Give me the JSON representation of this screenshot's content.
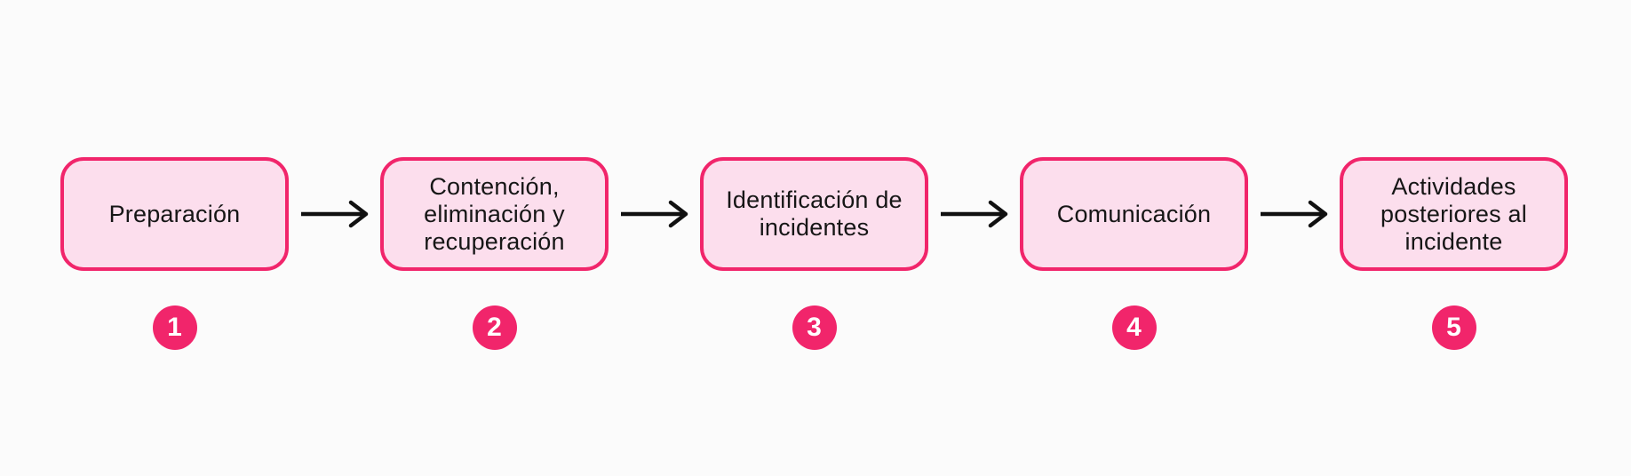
{
  "colors": {
    "canvas_bg": "#FBFBFB",
    "accent": "#F1256B",
    "box_fill": "#FCDEED",
    "text": "#161616",
    "arrow": "#111111",
    "badge_text": "#FFFFFF"
  },
  "diagram": {
    "type": "process-flow",
    "direction": "left-to-right",
    "connector_style": "arrow-right",
    "steps": [
      {
        "number": "1",
        "label": "Preparación"
      },
      {
        "number": "2",
        "label": "Contención, eliminación y recuperación"
      },
      {
        "number": "3",
        "label": "Identificación de incidentes"
      },
      {
        "number": "4",
        "label": "Comunicación"
      },
      {
        "number": "5",
        "label": "Actividades posteriores al incidente"
      }
    ]
  }
}
